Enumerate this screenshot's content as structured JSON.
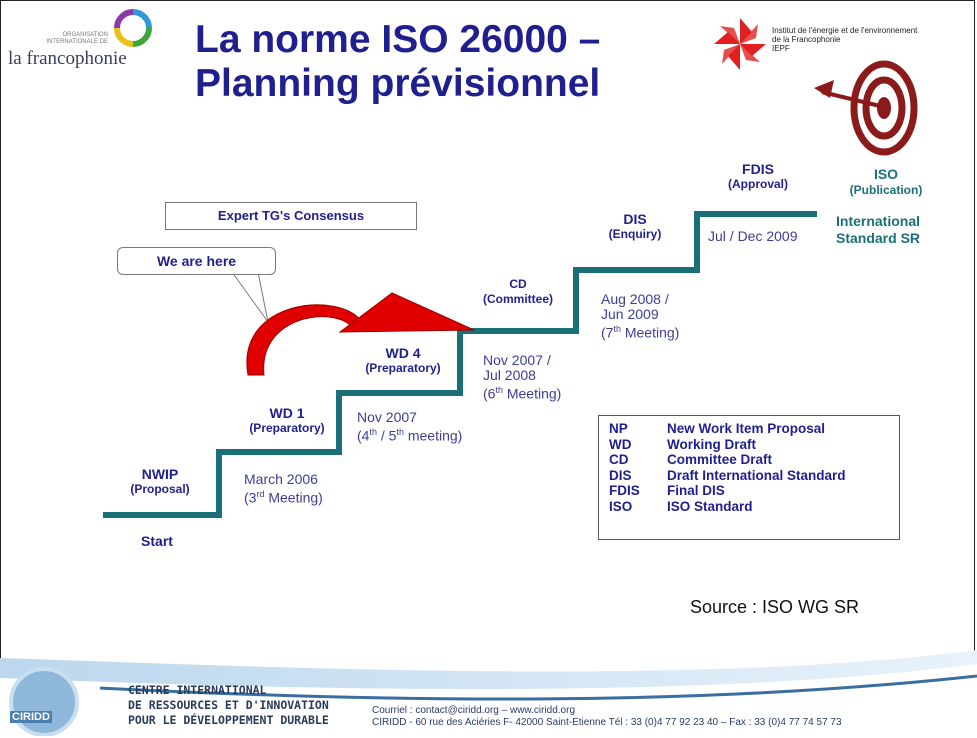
{
  "header": {
    "title_line1": "La norme ISO 26000 –",
    "title_line2": "Planning prévisionnel",
    "francophonie_small_1": "ORGANISATION",
    "francophonie_small_2": "INTERNATIONALE DE",
    "francophonie_name": "la francophonie",
    "iepf_line1": "Institut de l'énergie et de l'environnement",
    "iepf_line2": "de la Francophonie",
    "iepf_line3": "IEPF"
  },
  "callouts": {
    "consensus": "Expert TG's Consensus",
    "here": "We are here"
  },
  "stages": {
    "start": "Start",
    "nwip": "NWIP",
    "nwip_sub": "(Proposal)",
    "wd1": "WD 1",
    "wd1_sub": "(Preparatory)",
    "wd4": "WD 4",
    "wd4_sub": "(Preparatory)",
    "cd": "CD",
    "cd_sub": "(Committee)",
    "dis": "DIS",
    "dis_sub": "(Enquiry)",
    "fdis": "FDIS",
    "fdis_sub": "(Approval)",
    "iso": "ISO",
    "iso_sub": "(Publication)"
  },
  "dates": {
    "d1_l1": "March 2006",
    "d1_l2a": "(3",
    "d1_sup": "rd",
    "d1_l2b": " Meeting)",
    "d2_l1": "Nov 2007",
    "d2_l2a": "(4",
    "d2_sup1": "th",
    "d2_l2b": " / 5",
    "d2_sup2": "th",
    "d2_l2c": " meeting)",
    "d3_l1": "Nov 2007 /",
    "d3_l2": "Jul 2008",
    "d3_l3a": "(6",
    "d3_sup": "th",
    "d3_l3b": " Meeting)",
    "d4_l1": "Aug 2008 /",
    "d4_l2": "Jun 2009",
    "d4_l3a": "(7",
    "d4_sup": "th",
    "d4_l3b": " Meeting)",
    "d5": "Jul / Dec 2009",
    "final_l1": "International",
    "final_l2": "Standard SR"
  },
  "legend": [
    {
      "abbr": "NP",
      "text": "New Work Item Proposal"
    },
    {
      "abbr": "WD",
      "text": "Working Draft"
    },
    {
      "abbr": "CD",
      "text": "Committee Draft"
    },
    {
      "abbr": "DIS",
      "text": "Draft International Standard"
    },
    {
      "abbr": "FDIS",
      "text": "Final DIS"
    },
    {
      "abbr": "ISO",
      "text": "ISO Standard"
    }
  ],
  "source": "Source : ISO WG SR",
  "footer": {
    "ciridd_line1": "CENTRE INTERNATIONAL",
    "ciridd_line2": "DE RESSOURCES ET D'INNOVATION",
    "ciridd_line3": "POUR LE DÉVELOPPEMENT DURABLE",
    "contact_line1": "Courriel : contact@ciridd.org – www.ciridd.org",
    "contact_line2": "CIRIDD - 60 rue des Aciéries F- 42000 Saint-Etienne Tél : 33 (0)4 77 92 23 40 – Fax : 33 (0)4 77 74 57 73",
    "logo": "CIRIDD"
  },
  "colors": {
    "title": "#1f1f8f",
    "stairs": "#1a6f78",
    "arrow": "#e00000",
    "target": "#8b1a1a"
  }
}
